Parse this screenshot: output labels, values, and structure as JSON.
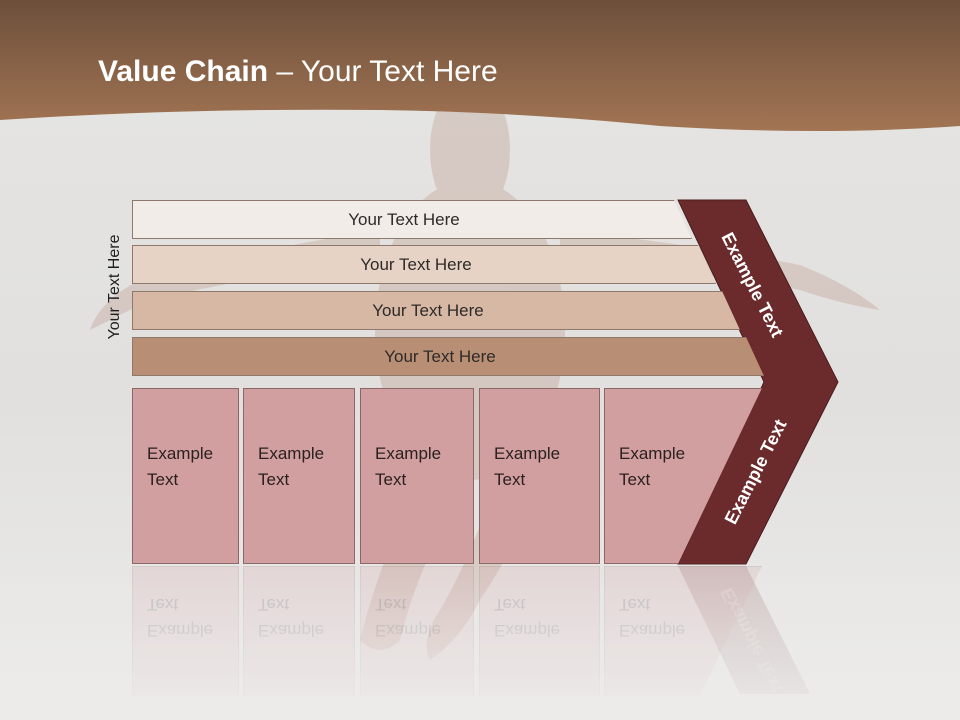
{
  "title": {
    "bold": "Value Chain",
    "rest": " – Your Text Here"
  },
  "side_label": "Your Text Here",
  "rows": [
    {
      "label": "Your Text Here",
      "color": "#f2ece8"
    },
    {
      "label": "Your Text Here",
      "color": "#e6d3c6"
    },
    {
      "label": "Your Text Here",
      "color": "#d6b8a4"
    },
    {
      "label": "Your Text Here",
      "color": "#b88f74"
    }
  ],
  "cells": [
    {
      "line1": "Example",
      "line2": "Text"
    },
    {
      "line1": "Example",
      "line2": "Text"
    },
    {
      "line1": "Example",
      "line2": "Text"
    },
    {
      "line1": "Example",
      "line2": "Text"
    },
    {
      "line1": "Example",
      "line2": "Text"
    }
  ],
  "chevron": {
    "upper_label": "Example Text",
    "lower_label": "Example Text",
    "color": "#6b2a2b"
  },
  "colors": {
    "header_top": "#6d4f3a",
    "header_bottom": "#a27554",
    "cell_fill": "#d29fa0"
  }
}
